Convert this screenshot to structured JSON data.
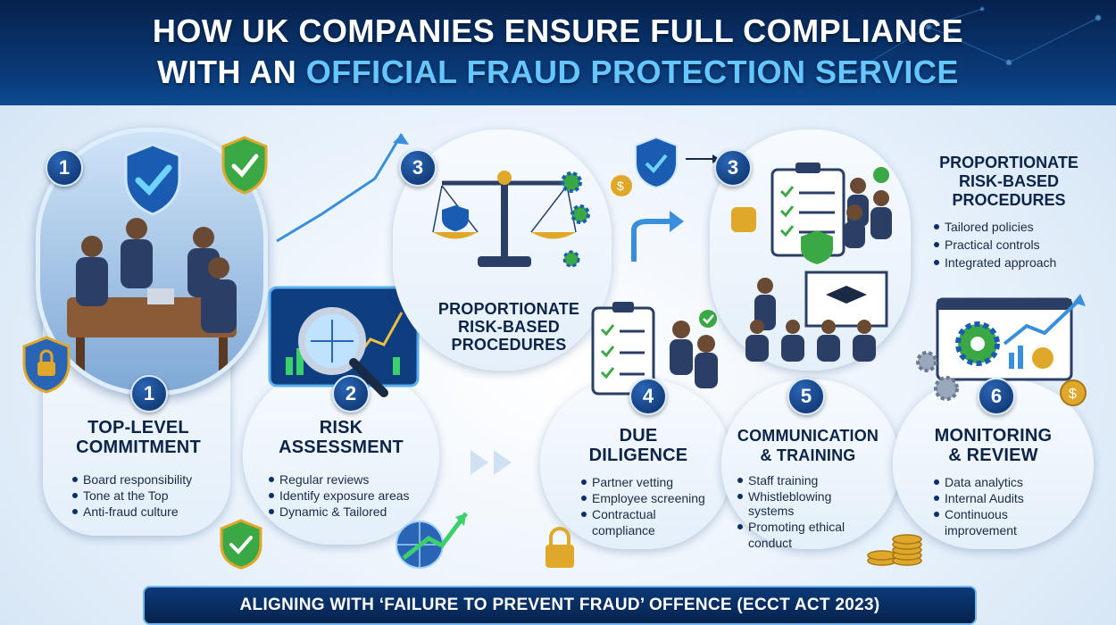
{
  "header": {
    "line1": "HOW UK COMPANIES ENSURE FULL COMPLIANCE",
    "line2_prefix": "WITH AN ",
    "line2_highlight": "OFFICIAL FRAUD PROTECTION SERVICE"
  },
  "steps": [
    {
      "number": "1",
      "top_number": "1",
      "title_l1": "TOP-LEVEL",
      "title_l2": "COMMITMENT",
      "bullets": [
        "Board responsibility",
        "Tone at the Top",
        "Anti-fraud culture"
      ]
    },
    {
      "number": "2",
      "title_l1": "RISK",
      "title_l2": "ASSESSMENT",
      "bullets": [
        "Regular reviews",
        "Identify exposure areas",
        "Dynamic & Tailored"
      ]
    },
    {
      "number": "3",
      "title_l1": "PROPORTIONATE",
      "title_l2": "RISK-BASED",
      "title_l3": "PROCEDURES"
    },
    {
      "number": "4",
      "title_l1": "DUE",
      "title_l2": "DILIGENCE",
      "bullets": [
        "Partner vetting",
        "Employee screening",
        "Contractual",
        "compliance"
      ]
    },
    {
      "number": "5",
      "top_number": "3",
      "title_l1": "COMMUNICATION",
      "title_l2": "& TRAINING",
      "bullets": [
        "Staff training",
        "Whistleblowing",
        "systems",
        "Promoting ethical",
        "conduct"
      ]
    },
    {
      "number": "6",
      "title_l1": "MONITORING",
      "title_l2": "& REVIEW",
      "bullets": [
        "Data analytics",
        "Internal Audits",
        "Continuous",
        "improvement"
      ]
    }
  ],
  "side_panel": {
    "title_l1": "PROPORTIONATE",
    "title_l2": "RISK-BASED",
    "title_l3": "PROCEDURES",
    "bullets": [
      "Tailored policies",
      "Practical controls",
      "Integrated approach"
    ]
  },
  "footer": "ALIGNING WITH ‘FAILURE TO PREVENT FRAUD’ OFFENCE (ECCT ACT 2023)",
  "colors": {
    "navy": "#06224d",
    "accent": "#66c6ff",
    "green": "#3aa845",
    "gold": "#e0a82a"
  }
}
